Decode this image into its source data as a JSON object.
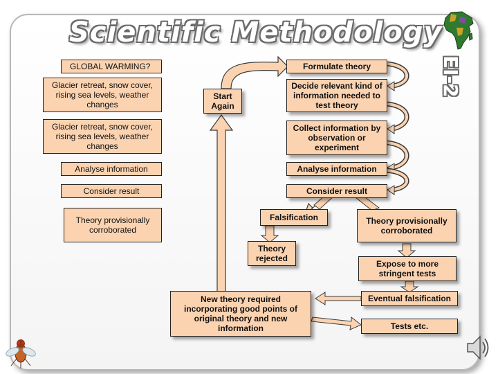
{
  "header": {
    "title": "Scientific Methodology",
    "slide_tag": "EI-2"
  },
  "left_column": {
    "question": "GLOBAL WARMING?",
    "evidence_1": "Glacier retreat, snow cover, rising sea levels, weather changes",
    "evidence_2": "Glacier retreat, snow cover, rising sea levels, weather changes",
    "analyse": "Analyse information",
    "consider": "Consider result",
    "corroborated": "Theory provisionally corroborated"
  },
  "flow": {
    "formulate": "Formulate theory",
    "decide": "Decide relevant kind of information needed to test theory",
    "collect": "Collect information by observation or experiment",
    "analyse": "Analyse information",
    "consider": "Consider result",
    "start_again": "Start Again",
    "falsification": "Falsification",
    "corroborated": "Theory provisionally corroborated",
    "rejected": "Theory rejected",
    "new_theory": "New theory required incorporating good points of original theory and new information",
    "expose": "Expose to more stringent tests",
    "eventual": "Eventual falsification",
    "tests_etc": "Tests etc."
  },
  "icons": {
    "map": "africa-map-icon",
    "fly": "fly-icon",
    "speaker": "speaker-icon"
  },
  "colors": {
    "box_fill": "#fbd3b1",
    "arrow_fill": "#fbd3b1",
    "arrow_stroke": "#3a3a3a"
  }
}
